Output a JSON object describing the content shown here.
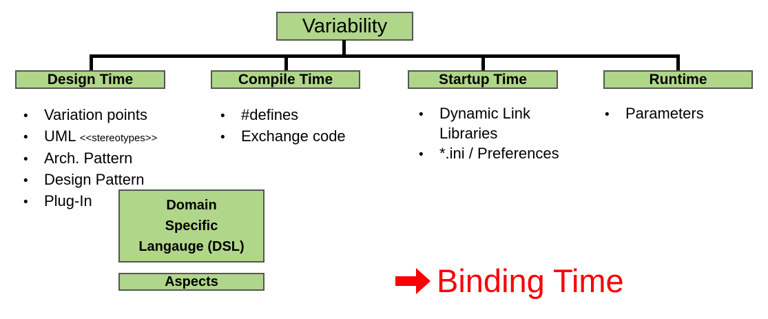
{
  "root": {
    "label": "Variability"
  },
  "columns": [
    {
      "header": "Design Time",
      "items": [
        {
          "text": "Variation points",
          "suffix": ""
        },
        {
          "text": "UML ",
          "suffix": "<<stereotypes>>"
        },
        {
          "text": "Arch. Pattern",
          "suffix": ""
        },
        {
          "text": "Design Pattern",
          "suffix": ""
        },
        {
          "text": "Plug-In",
          "suffix": ""
        }
      ]
    },
    {
      "header": "Compile Time",
      "items": [
        {
          "text": "#defines",
          "suffix": ""
        },
        {
          "text": "Exchange code",
          "suffix": ""
        }
      ]
    },
    {
      "header": "Startup Time",
      "items": [
        {
          "text": "Dynamic Link Libraries",
          "suffix": ""
        },
        {
          "text": "*.ini / Preferences",
          "suffix": ""
        }
      ]
    },
    {
      "header": "Runtime",
      "items": [
        {
          "text": "Parameters",
          "suffix": ""
        }
      ]
    }
  ],
  "extra_boxes": {
    "dsl": {
      "line1": "Domain",
      "line2": "Specific",
      "line3": "Langauge (DSL)"
    },
    "aspects": {
      "label": "Aspects"
    }
  },
  "callout": {
    "arrow_icon": "right-arrow-icon",
    "label": "Binding Time",
    "color": "#fb0007"
  },
  "bullet_glyph": "•",
  "colors": {
    "box_fill": "#b0d68a",
    "box_border": "#555555",
    "line": "#000000",
    "text": "#000000",
    "accent_red": "#fb0007"
  }
}
